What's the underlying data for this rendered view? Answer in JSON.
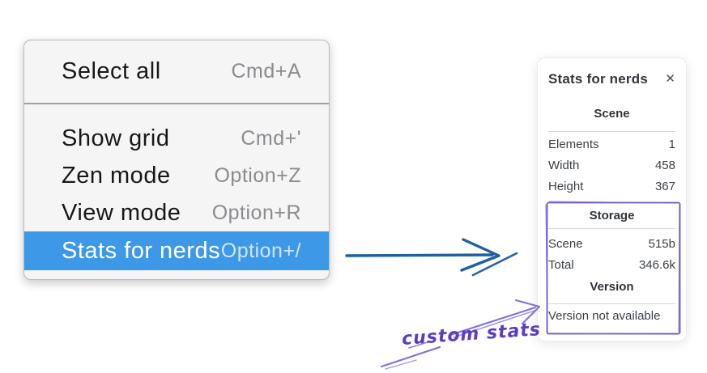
{
  "context_menu": {
    "sections": [
      {
        "items": [
          {
            "label": "Select all",
            "shortcut": "Cmd+A"
          }
        ]
      },
      {
        "items": [
          {
            "label": "Show grid",
            "shortcut": "Cmd+'"
          },
          {
            "label": "Zen mode",
            "shortcut": "Option+Z"
          },
          {
            "label": "View mode",
            "shortcut": "Option+R"
          },
          {
            "label": "Stats for nerds",
            "shortcut": "Option+/",
            "highlighted": true
          }
        ]
      }
    ]
  },
  "stats_panel": {
    "title": "Stats for nerds",
    "close_icon": "✕",
    "sections": [
      {
        "header": "Scene",
        "rows": [
          {
            "label": "Elements",
            "value": "1"
          },
          {
            "label": "Width",
            "value": "458"
          },
          {
            "label": "Height",
            "value": "367"
          }
        ]
      },
      {
        "header": "Storage",
        "rows": [
          {
            "label": "Scene",
            "value": "515b"
          },
          {
            "label": "Total",
            "value": "346.6k"
          }
        ]
      },
      {
        "header": "Version",
        "note": "Version not available"
      }
    ]
  },
  "annotations": {
    "custom_stats_label": "custom stats"
  },
  "colors": {
    "menu_highlight": "#3d99e8",
    "blue_arrow": "#1f609e",
    "purple_stroke": "#8172db",
    "purple_text": "#5b3dc4"
  }
}
